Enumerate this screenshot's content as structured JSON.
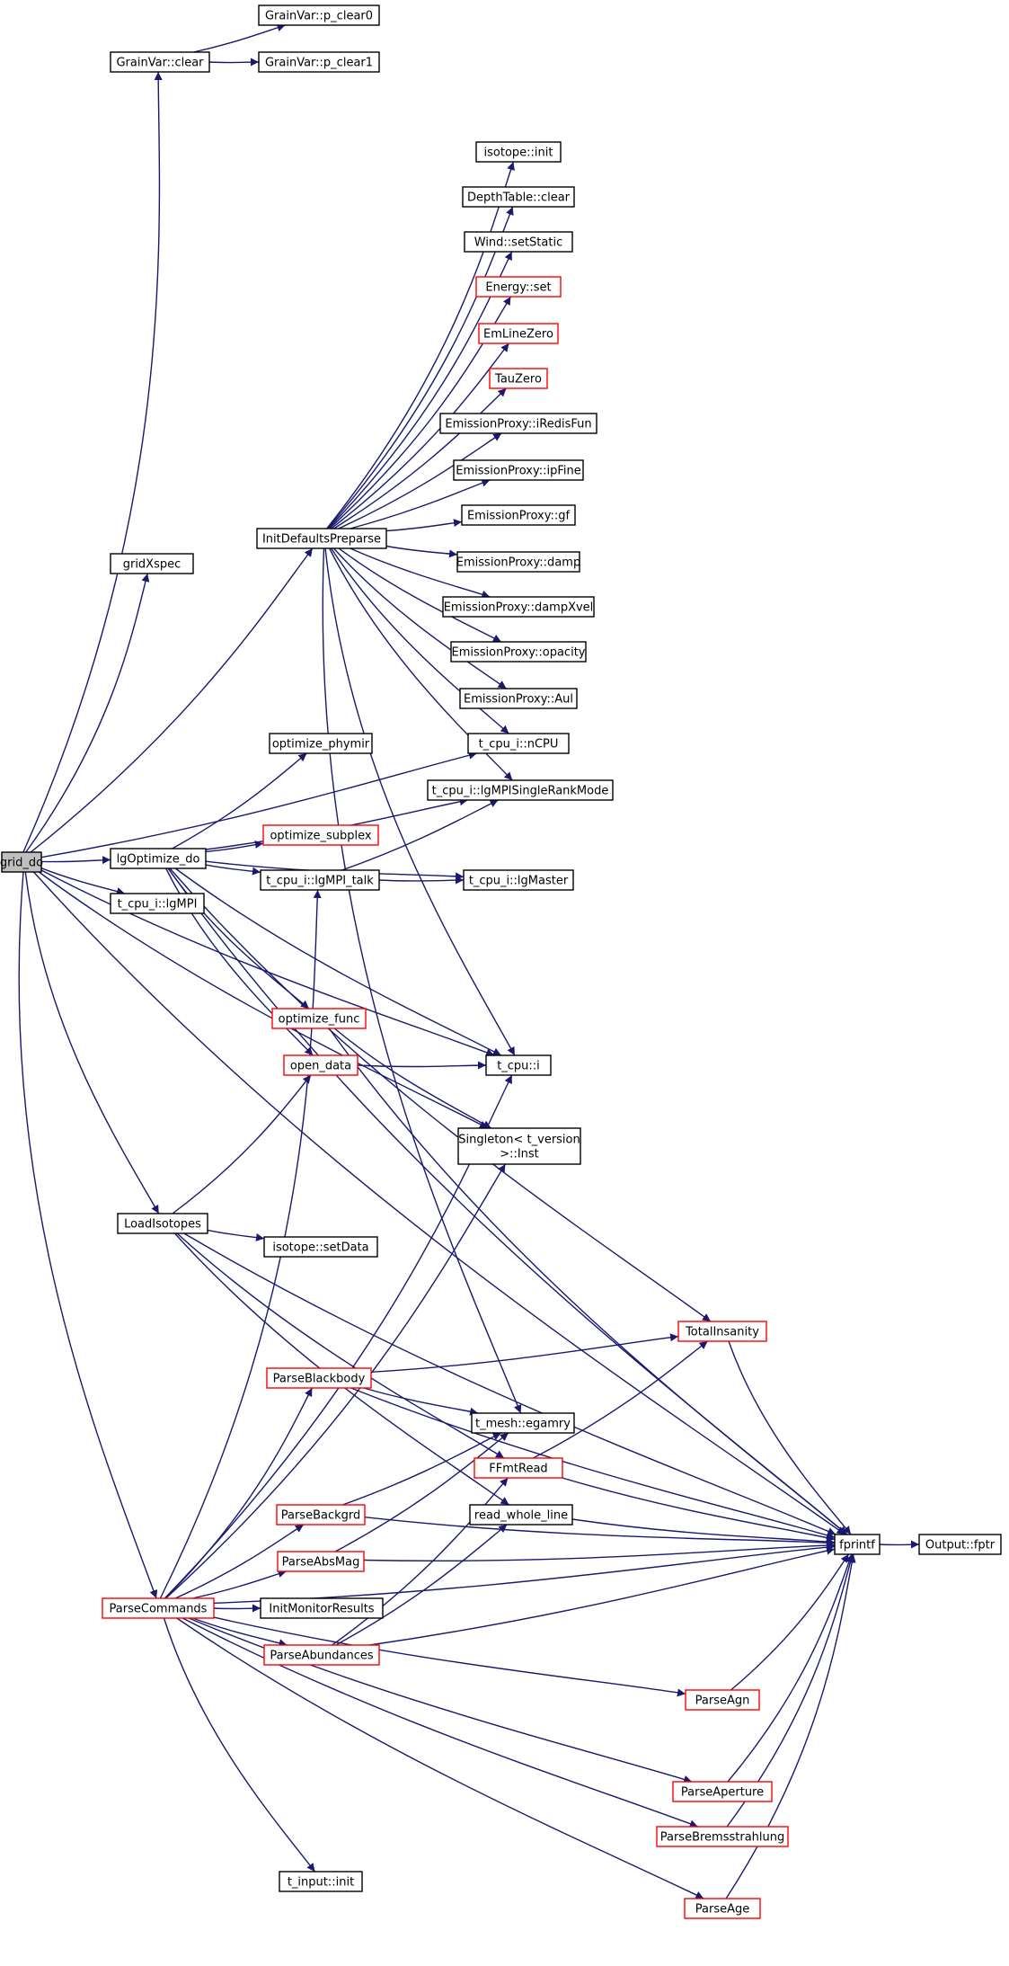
{
  "colors": {
    "edge": "#191970",
    "node_border_black": "#000000",
    "node_border_red": "#ff0000",
    "root_fill": "#bfbfbf",
    "node_fill": "#ffffff"
  },
  "nodes": [
    {
      "id": "grid_do",
      "label": "grid_do",
      "border": "black",
      "root": true
    },
    {
      "id": "graincl",
      "label": "GrainVar::clear",
      "border": "black"
    },
    {
      "id": "pclear0",
      "label": "GrainVar::p_clear0",
      "border": "black"
    },
    {
      "id": "pclear1",
      "label": "GrainVar::p_clear1",
      "border": "black"
    },
    {
      "id": "fprintf",
      "label": "fprintf",
      "border": "black"
    },
    {
      "id": "fptr",
      "label": "Output::fptr",
      "border": "black"
    },
    {
      "id": "gridxspec",
      "label": "gridXspec",
      "border": "black"
    },
    {
      "id": "initdef",
      "label": "InitDefaultsPreparse",
      "border": "black"
    },
    {
      "id": "isoinit",
      "label": "isotope::init",
      "border": "black"
    },
    {
      "id": "depthclear",
      "label": "DepthTable::clear",
      "border": "black"
    },
    {
      "id": "windstatic",
      "label": "Wind::setStatic",
      "border": "black"
    },
    {
      "id": "energyset",
      "label": "Energy::set",
      "border": "red"
    },
    {
      "id": "emlinezero",
      "label": "EmLineZero",
      "border": "red"
    },
    {
      "id": "tauzero",
      "label": "TauZero",
      "border": "red"
    },
    {
      "id": "ipredis",
      "label": "EmissionProxy::iRedisFun",
      "border": "black"
    },
    {
      "id": "ipfine",
      "label": "EmissionProxy::ipFine",
      "border": "black"
    },
    {
      "id": "gf",
      "label": "EmissionProxy::gf",
      "border": "black"
    },
    {
      "id": "damp",
      "label": "EmissionProxy::damp",
      "border": "black"
    },
    {
      "id": "dampx",
      "label": "EmissionProxy::dampXvel",
      "border": "black"
    },
    {
      "id": "opac",
      "label": "EmissionProxy::opacity",
      "border": "black"
    },
    {
      "id": "aul",
      "label": "EmissionProxy::Aul",
      "border": "black"
    },
    {
      "id": "ncpu",
      "label": "t_cpu_i::nCPU",
      "border": "black"
    },
    {
      "id": "lgsingle",
      "label": "t_cpu_i::lgMPISingleRankMode",
      "border": "black"
    },
    {
      "id": "optphy",
      "label": "optimize_phymir",
      "border": "black"
    },
    {
      "id": "optsub",
      "label": "optimize_subplex",
      "border": "red"
    },
    {
      "id": "lgopt",
      "label": "lgOptimize_do",
      "border": "black"
    },
    {
      "id": "talk",
      "label": "t_cpu_i::lgMPI_talk",
      "border": "black"
    },
    {
      "id": "lgmaster",
      "label": "t_cpu_i::lgMaster",
      "border": "black"
    },
    {
      "id": "lgmpi",
      "label": "t_cpu_i::lgMPI",
      "border": "black"
    },
    {
      "id": "optfunc",
      "label": "optimize_func",
      "border": "red"
    },
    {
      "id": "opendata",
      "label": "open_data",
      "border": "red"
    },
    {
      "id": "tcpui",
      "label": "t_cpu::i",
      "border": "black"
    },
    {
      "id": "singleton",
      "label": "Singleton< t_version >::Inst",
      "lines": [
        "Singleton< t_version",
        ">::Inst"
      ],
      "border": "black"
    },
    {
      "id": "loadiso",
      "label": "LoadIsotopes",
      "border": "black"
    },
    {
      "id": "isosetdata",
      "label": "isotope::setData",
      "border": "black"
    },
    {
      "id": "totalins",
      "label": "TotalInsanity",
      "border": "red"
    },
    {
      "id": "parsebb",
      "label": "ParseBlackbody",
      "border": "red"
    },
    {
      "id": "egamry",
      "label": "t_mesh::egamry",
      "border": "black"
    },
    {
      "id": "ffmt",
      "label": "FFmtRead",
      "border": "red"
    },
    {
      "id": "parsebg",
      "label": "ParseBackgrd",
      "border": "red"
    },
    {
      "id": "readwhole",
      "label": "read_whole_line",
      "border": "black"
    },
    {
      "id": "parseabsmag",
      "label": "ParseAbsMag",
      "border": "red"
    },
    {
      "id": "parsecmd",
      "label": "ParseCommands",
      "border": "red"
    },
    {
      "id": "initmon",
      "label": "InitMonitorResults",
      "border": "black"
    },
    {
      "id": "parseabund",
      "label": "ParseAbundances",
      "border": "red"
    },
    {
      "id": "parseagn",
      "label": "ParseAgn",
      "border": "red"
    },
    {
      "id": "parseaper",
      "label": "ParseAperture",
      "border": "red"
    },
    {
      "id": "parsebrems",
      "label": "ParseBremsstrahlung",
      "border": "red"
    },
    {
      "id": "tinput",
      "label": "t_input::init",
      "border": "black"
    },
    {
      "id": "parseage",
      "label": "ParseAge",
      "border": "red"
    }
  ],
  "edges": [
    [
      "grid_do",
      "graincl"
    ],
    [
      "graincl",
      "pclear0"
    ],
    [
      "graincl",
      "pclear1"
    ],
    [
      "grid_do",
      "fprintf"
    ],
    [
      "grid_do",
      "gridxspec"
    ],
    [
      "grid_do",
      "initdef"
    ],
    [
      "initdef",
      "isoinit"
    ],
    [
      "initdef",
      "depthclear"
    ],
    [
      "initdef",
      "windstatic"
    ],
    [
      "initdef",
      "energyset"
    ],
    [
      "initdef",
      "emlinezero"
    ],
    [
      "initdef",
      "tauzero"
    ],
    [
      "initdef",
      "ipredis"
    ],
    [
      "initdef",
      "ipfine"
    ],
    [
      "initdef",
      "gf"
    ],
    [
      "initdef",
      "damp"
    ],
    [
      "initdef",
      "dampx"
    ],
    [
      "initdef",
      "opac"
    ],
    [
      "initdef",
      "aul"
    ],
    [
      "initdef",
      "ncpu"
    ],
    [
      "initdef",
      "lgsingle"
    ],
    [
      "initdef",
      "tcpui"
    ],
    [
      "initdef",
      "egamry"
    ],
    [
      "grid_do",
      "lgopt"
    ],
    [
      "grid_do",
      "lgmpi"
    ],
    [
      "grid_do",
      "loadiso"
    ],
    [
      "grid_do",
      "parsecmd"
    ],
    [
      "grid_do",
      "tcpui"
    ],
    [
      "grid_do",
      "singleton"
    ],
    [
      "grid_do",
      "ncpu"
    ],
    [
      "lgopt",
      "optphy"
    ],
    [
      "lgopt",
      "optsub"
    ],
    [
      "lgopt",
      "talk"
    ],
    [
      "lgopt",
      "lgmaster"
    ],
    [
      "lgopt",
      "lgsingle"
    ],
    [
      "lgopt",
      "optfunc"
    ],
    [
      "lgopt",
      "opendata"
    ],
    [
      "lgopt",
      "tcpui"
    ],
    [
      "lgopt",
      "totalins"
    ],
    [
      "lgopt",
      "fprintf"
    ],
    [
      "talk",
      "lgsingle"
    ],
    [
      "talk",
      "lgmaster"
    ],
    [
      "optfunc",
      "fprintf"
    ],
    [
      "optfunc",
      "singleton"
    ],
    [
      "opendata",
      "tcpui"
    ],
    [
      "loadiso",
      "opendata"
    ],
    [
      "loadiso",
      "isosetdata"
    ],
    [
      "loadiso",
      "fprintf"
    ],
    [
      "loadiso",
      "ffmt"
    ],
    [
      "loadiso",
      "readwhole"
    ],
    [
      "parsecmd",
      "talk"
    ],
    [
      "parsecmd",
      "tcpui"
    ],
    [
      "parsecmd",
      "singleton"
    ],
    [
      "parsecmd",
      "parsebb"
    ],
    [
      "parsecmd",
      "parsebg"
    ],
    [
      "parsecmd",
      "parseabsmag"
    ],
    [
      "parsecmd",
      "initmon"
    ],
    [
      "parsecmd",
      "parseabund"
    ],
    [
      "parsecmd",
      "parseagn"
    ],
    [
      "parsecmd",
      "parseaper"
    ],
    [
      "parsecmd",
      "parsebrems"
    ],
    [
      "parsecmd",
      "tinput"
    ],
    [
      "parsecmd",
      "parseage"
    ],
    [
      "parsecmd",
      "fprintf"
    ],
    [
      "parsebb",
      "totalins"
    ],
    [
      "parsebb",
      "egamry"
    ],
    [
      "parsebb",
      "fprintf"
    ],
    [
      "parsebg",
      "egamry"
    ],
    [
      "parsebg",
      "fprintf"
    ],
    [
      "parseabsmag",
      "egamry"
    ],
    [
      "parseabsmag",
      "fprintf"
    ],
    [
      "parseabund",
      "ffmt"
    ],
    [
      "parseabund",
      "readwhole"
    ],
    [
      "parseabund",
      "fprintf"
    ],
    [
      "ffmt",
      "totalins"
    ],
    [
      "ffmt",
      "fprintf"
    ],
    [
      "readwhole",
      "fprintf"
    ],
    [
      "totalins",
      "fprintf"
    ],
    [
      "parseagn",
      "fprintf"
    ],
    [
      "parseaper",
      "fprintf"
    ],
    [
      "parsebrems",
      "fprintf"
    ],
    [
      "parseage",
      "fprintf"
    ],
    [
      "fprintf",
      "fptr"
    ]
  ]
}
